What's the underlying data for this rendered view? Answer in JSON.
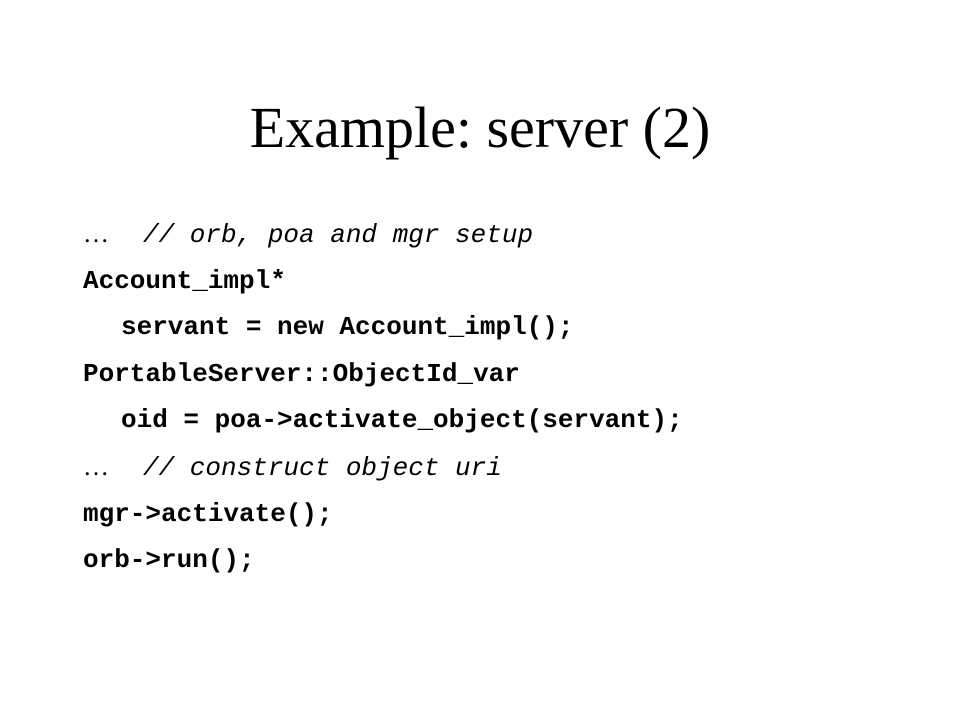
{
  "slide": {
    "title": "Example: server (2)",
    "lines": [
      {
        "prefix": "…",
        "comment": "// orb, poa and mgr setup"
      },
      {
        "code": "Account_impl*"
      },
      {
        "code": "servant = new Account_impl();"
      },
      {
        "code": "PortableServer::ObjectId_var"
      },
      {
        "code": "oid = poa->activate_object(servant);"
      },
      {
        "prefix": "…",
        "comment": "// construct object uri"
      },
      {
        "code": "mgr->activate();"
      },
      {
        "code": "orb->run();"
      }
    ]
  }
}
